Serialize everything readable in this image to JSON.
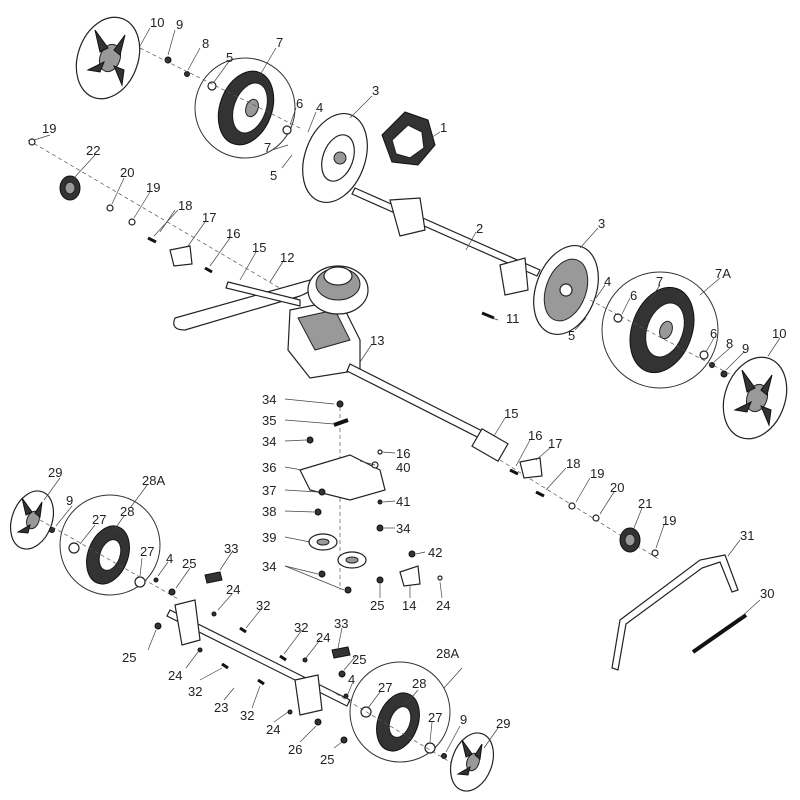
{
  "callouts": {
    "c1": "1",
    "c2": "2",
    "c3a": "3",
    "c3b": "3",
    "c4a": "4",
    "c4b": "4",
    "c4c": "4",
    "c4d": "4",
    "c5a": "5",
    "c5b": "5",
    "c6a": "6",
    "c6b": "6",
    "c7a": "7",
    "c7b": "7",
    "c7A": "7A",
    "c7c": "7",
    "c8a": "8",
    "c8b": "8",
    "c9a": "9",
    "c9b": "9",
    "c9c": "9",
    "c9d": "9",
    "c10a": "10",
    "c10b": "10",
    "c11": "11",
    "c12": "12",
    "c13": "13",
    "c14": "14",
    "c15a": "15",
    "c15b": "15",
    "c16a": "16",
    "c16b": "16",
    "c16c": "16",
    "c17a": "17",
    "c17b": "17",
    "c18a": "18",
    "c18b": "18",
    "c19a": "19",
    "c19b": "19",
    "c19c": "19",
    "c19d": "19",
    "c20a": "20",
    "c20b": "20",
    "c21": "21",
    "c22": "22",
    "c23": "23",
    "c24a": "24",
    "c24b": "24",
    "c24c": "24",
    "c24d": "24",
    "c24e": "24",
    "c25a": "25",
    "c25b": "25",
    "c25c": "25",
    "c25d": "25",
    "c25e": "25",
    "c26": "26",
    "c27a": "27",
    "c27b": "27",
    "c27c": "27",
    "c27d": "27",
    "c28a": "28",
    "c28A1": "28A",
    "c28b": "28",
    "c28A2": "28A",
    "c29a": "29",
    "c29b": "29",
    "c30": "30",
    "c31": "31",
    "c32a": "32",
    "c32b": "32",
    "c32c": "32",
    "c32d": "32",
    "c33a": "33",
    "c33b": "33",
    "c34a": "34",
    "c34b": "34",
    "c34c": "34",
    "c34d": "34",
    "c35": "35",
    "c36": "36",
    "c37": "37",
    "c38": "38",
    "c39": "39",
    "c40": "40",
    "c41": "41",
    "c42": "42"
  }
}
